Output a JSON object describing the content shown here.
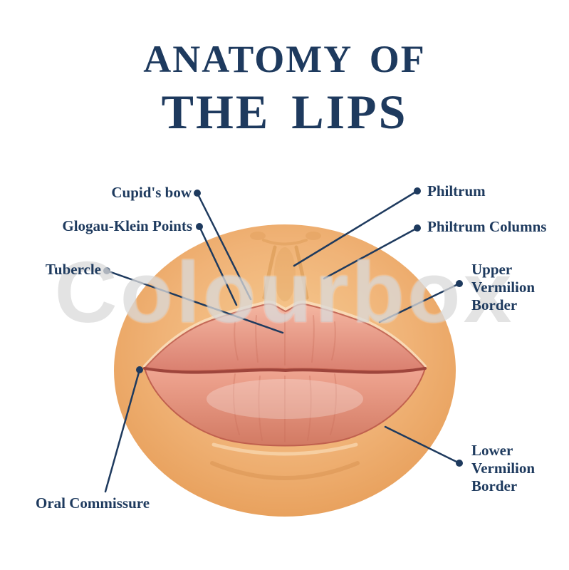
{
  "title": {
    "line1": "ANATOMY OF",
    "line2": "THE LIPS"
  },
  "watermark": "Colourbox",
  "colors": {
    "accent_navy": "#1e3a5e",
    "skin": "#eda763",
    "lip_pink": "#e8927e"
  },
  "labels": {
    "cupids_bow": "Cupid's bow",
    "glogau_klein": "Glogau-Klein Points",
    "tubercle": "Tubercle",
    "oral_commissure": "Oral Commissure",
    "philtrum": "Philtrum",
    "philtrum_columns": "Philtrum Columns",
    "upper_vermilion": "Upper Vermilion Border",
    "lower_vermilion": "Lower Vermilion Border"
  }
}
